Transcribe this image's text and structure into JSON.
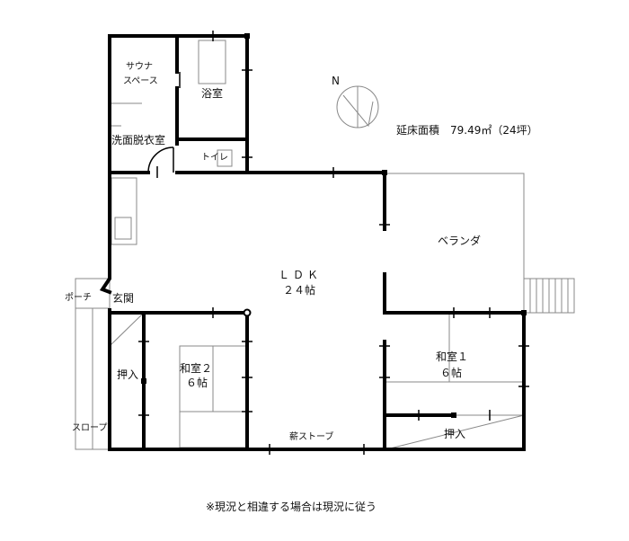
{
  "floor_area": "延床面積　79.49㎡（24坪）",
  "north": "N",
  "note": "※現況と相違する場合は現況に従う",
  "rooms": {
    "sauna": [
      "サウナ",
      "スペース"
    ],
    "bath": "浴室",
    "washroom": "洗面脱衣室",
    "toilet": "トイレ",
    "ldk": [
      "ＬＤＫ",
      "２４帖"
    ],
    "veranda": "ベランダ",
    "porch": "ポーチ",
    "entrance": "玄関",
    "closet_left": "押入",
    "washitsu2": [
      "和室２",
      "６帖"
    ],
    "washitsu1": [
      "和室１",
      "６帖"
    ],
    "closet_right": "押入",
    "stove": "薪ストーブ",
    "slope": "スロープ"
  },
  "colors": {
    "wall": "#000000",
    "thin": "#777777",
    "faint": "#aaaaaa"
  }
}
